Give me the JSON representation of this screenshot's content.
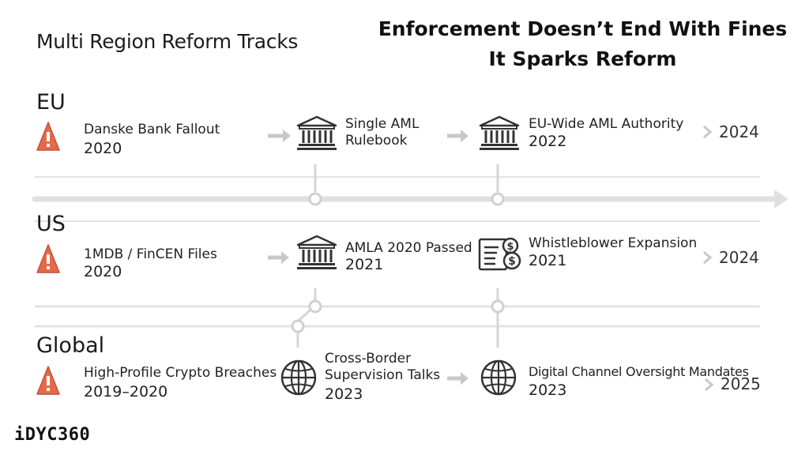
{
  "page_title": "Multi Region Reform Tracks",
  "headline": {
    "line1": "Enforcement Doesn’t End With Fines",
    "line2": "It Sparks Reform"
  },
  "colors": {
    "alert": "#e56a4a",
    "line": "#d9d9d9",
    "axis": "#e2e2e2",
    "text": "#222222"
  },
  "tracks": [
    {
      "region": "EU",
      "steps": [
        {
          "icon": "warning-icon",
          "label": "Danske Bank Fallout",
          "year": "2020"
        },
        {
          "icon": "bank-building-icon",
          "label_lines": [
            "Single AML",
            "Rulebook"
          ]
        },
        {
          "icon": "bank-building-icon",
          "label": "EU-Wide AML Authority",
          "year": "2022"
        }
      ],
      "end_year": "2024"
    },
    {
      "region": "US",
      "steps": [
        {
          "icon": "warning-icon",
          "label": "1MDB / FinCEN Files",
          "year": "2020"
        },
        {
          "icon": "bank-building-icon",
          "label": "AMLA 2020 Passed",
          "year": "2021"
        },
        {
          "icon": "document-dollar-icon",
          "label": "Whistleblower Expansion",
          "year": "2021"
        }
      ],
      "end_year": "2024"
    },
    {
      "region": "Global",
      "steps": [
        {
          "icon": "warning-icon",
          "label": "High-Profile Crypto Breaches",
          "year": "2019–2020"
        },
        {
          "icon": "globe-icon",
          "label_lines": [
            "Cross-Border",
            "Supervision Talks"
          ],
          "year": "2023"
        },
        {
          "icon": "globe-icon",
          "label": "Digital Channel Oversight Mandates",
          "year": "2023"
        }
      ],
      "end_year": "2025"
    }
  ],
  "brand": "iDYC360"
}
